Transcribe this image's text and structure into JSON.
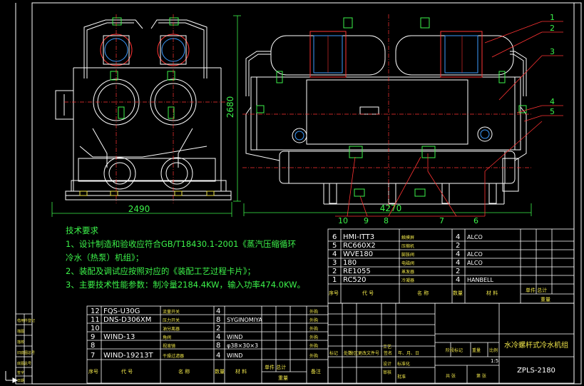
{
  "dimensions": {
    "height": "2680",
    "width_left": "2490",
    "width_front": "4270"
  },
  "balloons": [
    "1",
    "2",
    "3",
    "4",
    "5",
    "6",
    "7",
    "8",
    "9",
    "10"
  ],
  "notes": {
    "title": "技术要求",
    "line1": "1、设计制造和验收应符合GB/T18430.1-2001《蒸汽压缩循环",
    "line1b": "冷水（热泵）机组》；",
    "line2": "2、装配及调试应按照对应的《装配工艺过程卡片》；",
    "line3": "3、主要技术性能参数：制冷量2184.4KW，输入功率474.0KW。"
  },
  "bom_top": {
    "rows": [
      {
        "no": "6",
        "code": "HMI-ITT3",
        "name": "触摸屏",
        "qty": "4",
        "mat": "ALCO"
      },
      {
        "no": "5",
        "code": "RC660X2",
        "name": "压缩机",
        "qty": "2",
        "mat": ""
      },
      {
        "no": "4",
        "code": "WVE180",
        "name": "膨胀阀",
        "qty": "4",
        "mat": "ALCO"
      },
      {
        "no": "3",
        "code": "180",
        "name": "电磁阀",
        "qty": "4",
        "mat": "ALCO"
      },
      {
        "no": "2",
        "code": "RE1055",
        "name": "蒸发器",
        "qty": "2",
        "mat": ""
      },
      {
        "no": "1",
        "code": "RC520",
        "name": "冷凝器",
        "qty": "4",
        "mat": "HANBELL"
      }
    ],
    "header": {
      "no": "序号",
      "code": "代 号",
      "name": "名 称",
      "qty": "数量",
      "mat": "材 料",
      "weight": "单件 总计",
      "weight2": "重量"
    }
  },
  "bom_bottom": {
    "rows": [
      {
        "no": "12",
        "code": "FQS-U30G",
        "name": "流量开关",
        "qty": "4",
        "mat": "",
        "w": "外购"
      },
      {
        "no": "11",
        "code": "DNS-D306XM",
        "name": "压力开关",
        "qty": "8",
        "mat": "SYGINOMIYA",
        "w": "外购"
      },
      {
        "no": "10",
        "code": "",
        "name": "油分离器",
        "qty": "2",
        "mat": "",
        "w": "外购"
      },
      {
        "no": "9",
        "code": "WIND-13",
        "name": "角阀",
        "qty": "4",
        "mat": "WIND",
        "w": "外购"
      },
      {
        "no": "8",
        "code": "",
        "name": "视液镜",
        "qty": "8",
        "mat": "φ38×30×3",
        "w": "外购"
      },
      {
        "no": "7",
        "code": "WIND-19213T",
        "name": "干燥过滤器",
        "qty": "4",
        "mat": "WIND",
        "w": "外购"
      }
    ],
    "header": {
      "no": "序号",
      "code": "代 号",
      "name": "名 称",
      "qty": "数量",
      "mat": "材 料",
      "weight": "单件 总计",
      "weight2": "重量",
      "remark": "备注"
    }
  },
  "titleblock": {
    "product": "水冷螺杆式冷水机组",
    "drawing_no": "ZPLS-2180",
    "stage": "阶段标记",
    "weight": "重量",
    "scale": "比例",
    "scale_val": "1:5",
    "sheet": "共 张",
    "sheet2": "第 张",
    "labels": [
      "标记",
      "处数",
      "分区",
      "更改文件号",
      "签名",
      "年、月、日",
      "设计",
      "标准化",
      "审核",
      "工艺",
      "批准"
    ]
  },
  "left_strip": [
    "借用件登记",
    "描图",
    "描校",
    "旧底图总号",
    "底图总号",
    "签字",
    "日期"
  ]
}
